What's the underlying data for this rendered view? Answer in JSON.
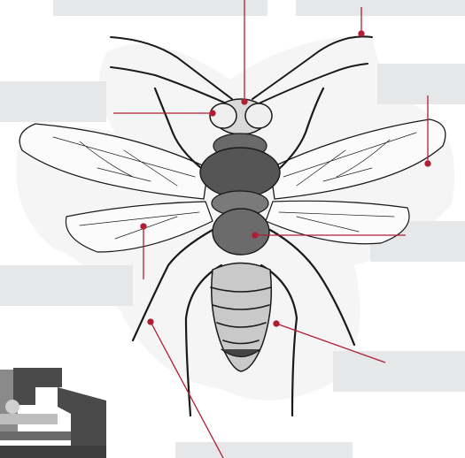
{
  "diagram": {
    "subject": "insect-anatomy",
    "colors": {
      "background": "#ffffff",
      "label_box": "#e6e7e9",
      "pointer": "#b01e35",
      "ink": "#1a1a1a",
      "halo": "#f4f4f4",
      "microscope_dark": "#4a4a4a",
      "microscope_mid": "#8a8a8a"
    },
    "label_slots": [
      {
        "id": "top-left",
        "text": ""
      },
      {
        "id": "top-right",
        "text": ""
      },
      {
        "id": "mid-left",
        "text": ""
      },
      {
        "id": "right-upper",
        "text": ""
      },
      {
        "id": "right-mid",
        "text": ""
      },
      {
        "id": "left-lower",
        "text": ""
      },
      {
        "id": "right-lower",
        "text": ""
      },
      {
        "id": "bottom",
        "text": ""
      }
    ],
    "icons": [
      "insect-illustration",
      "microscope-icon"
    ]
  }
}
